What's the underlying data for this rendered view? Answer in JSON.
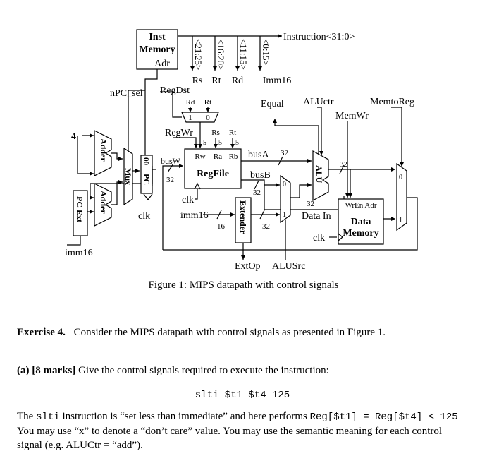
{
  "diagram": {
    "inst_memory": {
      "line1": "Inst",
      "line2": "Memory",
      "adr": "Adr"
    },
    "instruction_label": "Instruction<31:0>",
    "fields": [
      "<21:25>",
      "<16:20>",
      "<11:15>",
      "<0:15>"
    ],
    "field_names": [
      "Rs",
      "Rt",
      "Rd",
      "Imm16"
    ],
    "npc_sel": "nPC_sel",
    "regdst": "RegDst",
    "regdst_mux": {
      "rd": "Rd",
      "rt": "Rt",
      "one": "1",
      "zero": "0"
    },
    "four": "4",
    "adder1": "Adder",
    "adder2": "Adder",
    "mux_label": "Mux",
    "pc_label": "PC",
    "pc_bits": "00",
    "pc_ext": "PC Ext",
    "imm16_left": "imm16",
    "clk": "clk",
    "regwr": "RegWr",
    "regfile": {
      "name": "RegFile",
      "rw": "Rw",
      "ra": "Ra",
      "rb": "Rb",
      "rs": "Rs",
      "rt": "Rt",
      "five": "5"
    },
    "busW": "busW",
    "busA": "busA",
    "busB": "busB",
    "bus32": "32",
    "imm16_mid": "imm16",
    "sixteen": "16",
    "extender": "Extender",
    "extop": "ExtOp",
    "alusrc": "ALUSrc",
    "equal": "Equal",
    "aluctr": "ALUctr",
    "alu": "ALU",
    "memwr": "MemWr",
    "memtoreg": "MemtoReg",
    "data_memory": {
      "line1": "Data",
      "line2": "Memory",
      "wren_adr": "WrEn Adr"
    },
    "data_in": "Data In",
    "mux_one": "1",
    "mux_zero": "0"
  },
  "caption": "Figure 1: MIPS datapath with control signals",
  "exercise": {
    "label": "Exercise 4.",
    "text": "Consider the MIPS datapath with control signals as presented in Figure 1."
  },
  "part_a": {
    "label": "(a) [8 marks]",
    "text": "Give the control signals required to execute the instruction:"
  },
  "instruction_code": "slti $t1 $t4 125",
  "explanation": {
    "t1": "The ",
    "code1": "slti",
    "t2": " instruction is “set less than immediate” and here performs ",
    "code2": "Reg[$t1] = Reg[$t4] < 125",
    "t3": " You may use “x” to denote a “don’t care” value. You may use the semantic meaning for each control signal (e.g. ALUCtr = “add”)."
  }
}
